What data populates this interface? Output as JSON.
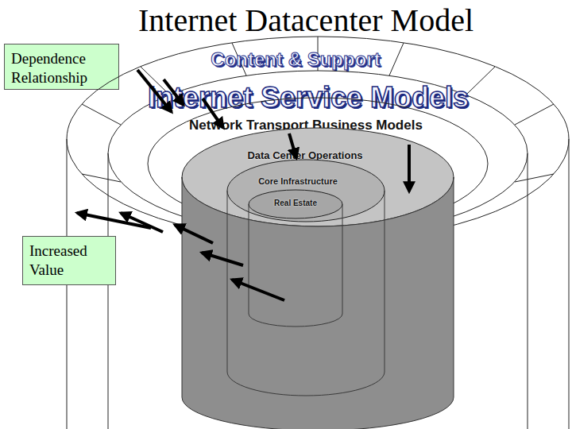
{
  "diagram": {
    "title": "Internet Datacenter Model",
    "nodes": [
      {
        "text": [
          "Dependence Relationship"
        ]
      },
      {
        "text": [
          "Increased Value"
        ]
      },
      {
        "text": [
          "Content & Support"
        ]
      },
      {
        "text": [
          "Internet Service Models"
        ],
        "in": 2
      },
      {
        "text": [
          "Network Transport Business Models"
        ],
        "in": 3
      },
      {
        "text": [
          "Data Center Operations"
        ],
        "in": 4
      },
      {
        "text": [
          "Core Infrastructure"
        ],
        "in": 5
      },
      {
        "text": [
          "Real Estate"
        ],
        "in": 6
      }
    ]
  }
}
